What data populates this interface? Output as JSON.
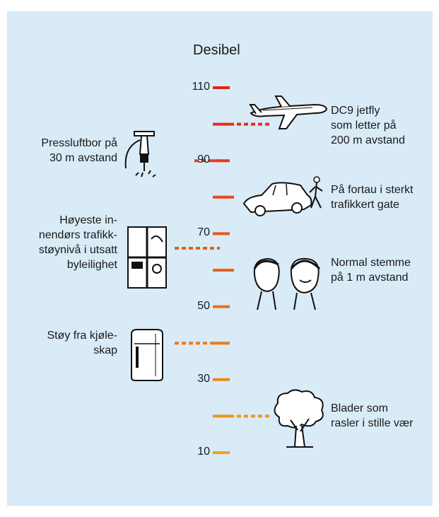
{
  "title": "Desibel",
  "axis": {
    "min": 0,
    "max": 115,
    "ticks": [
      10,
      20,
      30,
      40,
      50,
      60,
      70,
      80,
      90,
      100,
      110
    ],
    "labeled_ticks": [
      10,
      30,
      50,
      70,
      90,
      110
    ]
  },
  "colors": {
    "background": "#d9ebf7",
    "axis_low": "#f2a81d",
    "axis_high": "#e2231a"
  },
  "items": [
    {
      "db": 100,
      "side": "right",
      "icon": "airplane-icon",
      "lines": [
        "DC9 jetfly",
        "som letter på",
        "200 m avstand"
      ]
    },
    {
      "db": 90,
      "side": "left",
      "icon": "jackhammer-icon",
      "lines": [
        "Pressluftbor på",
        "30 m avstand"
      ]
    },
    {
      "db": 80,
      "side": "right",
      "icon": "car-pedestrian-icon",
      "lines": [
        "På fortau i sterkt",
        "trafikkert gate"
      ]
    },
    {
      "db": 66,
      "side": "left",
      "icon": "window-icon",
      "lines": [
        "Høyeste in-",
        "nendørs trafikk-",
        "støynivå i utsatt",
        "byleilighet"
      ]
    },
    {
      "db": 60,
      "side": "right",
      "icon": "faces-icon",
      "lines": [
        "Normal stemme",
        "på 1 m avstand"
      ]
    },
    {
      "db": 40,
      "side": "left",
      "icon": "refrigerator-icon",
      "lines": [
        "Støy fra kjøle-",
        "skap"
      ]
    },
    {
      "db": 20,
      "side": "right",
      "icon": "tree-icon",
      "lines": [
        "Blader som",
        "rasler i stille vær"
      ]
    }
  ]
}
